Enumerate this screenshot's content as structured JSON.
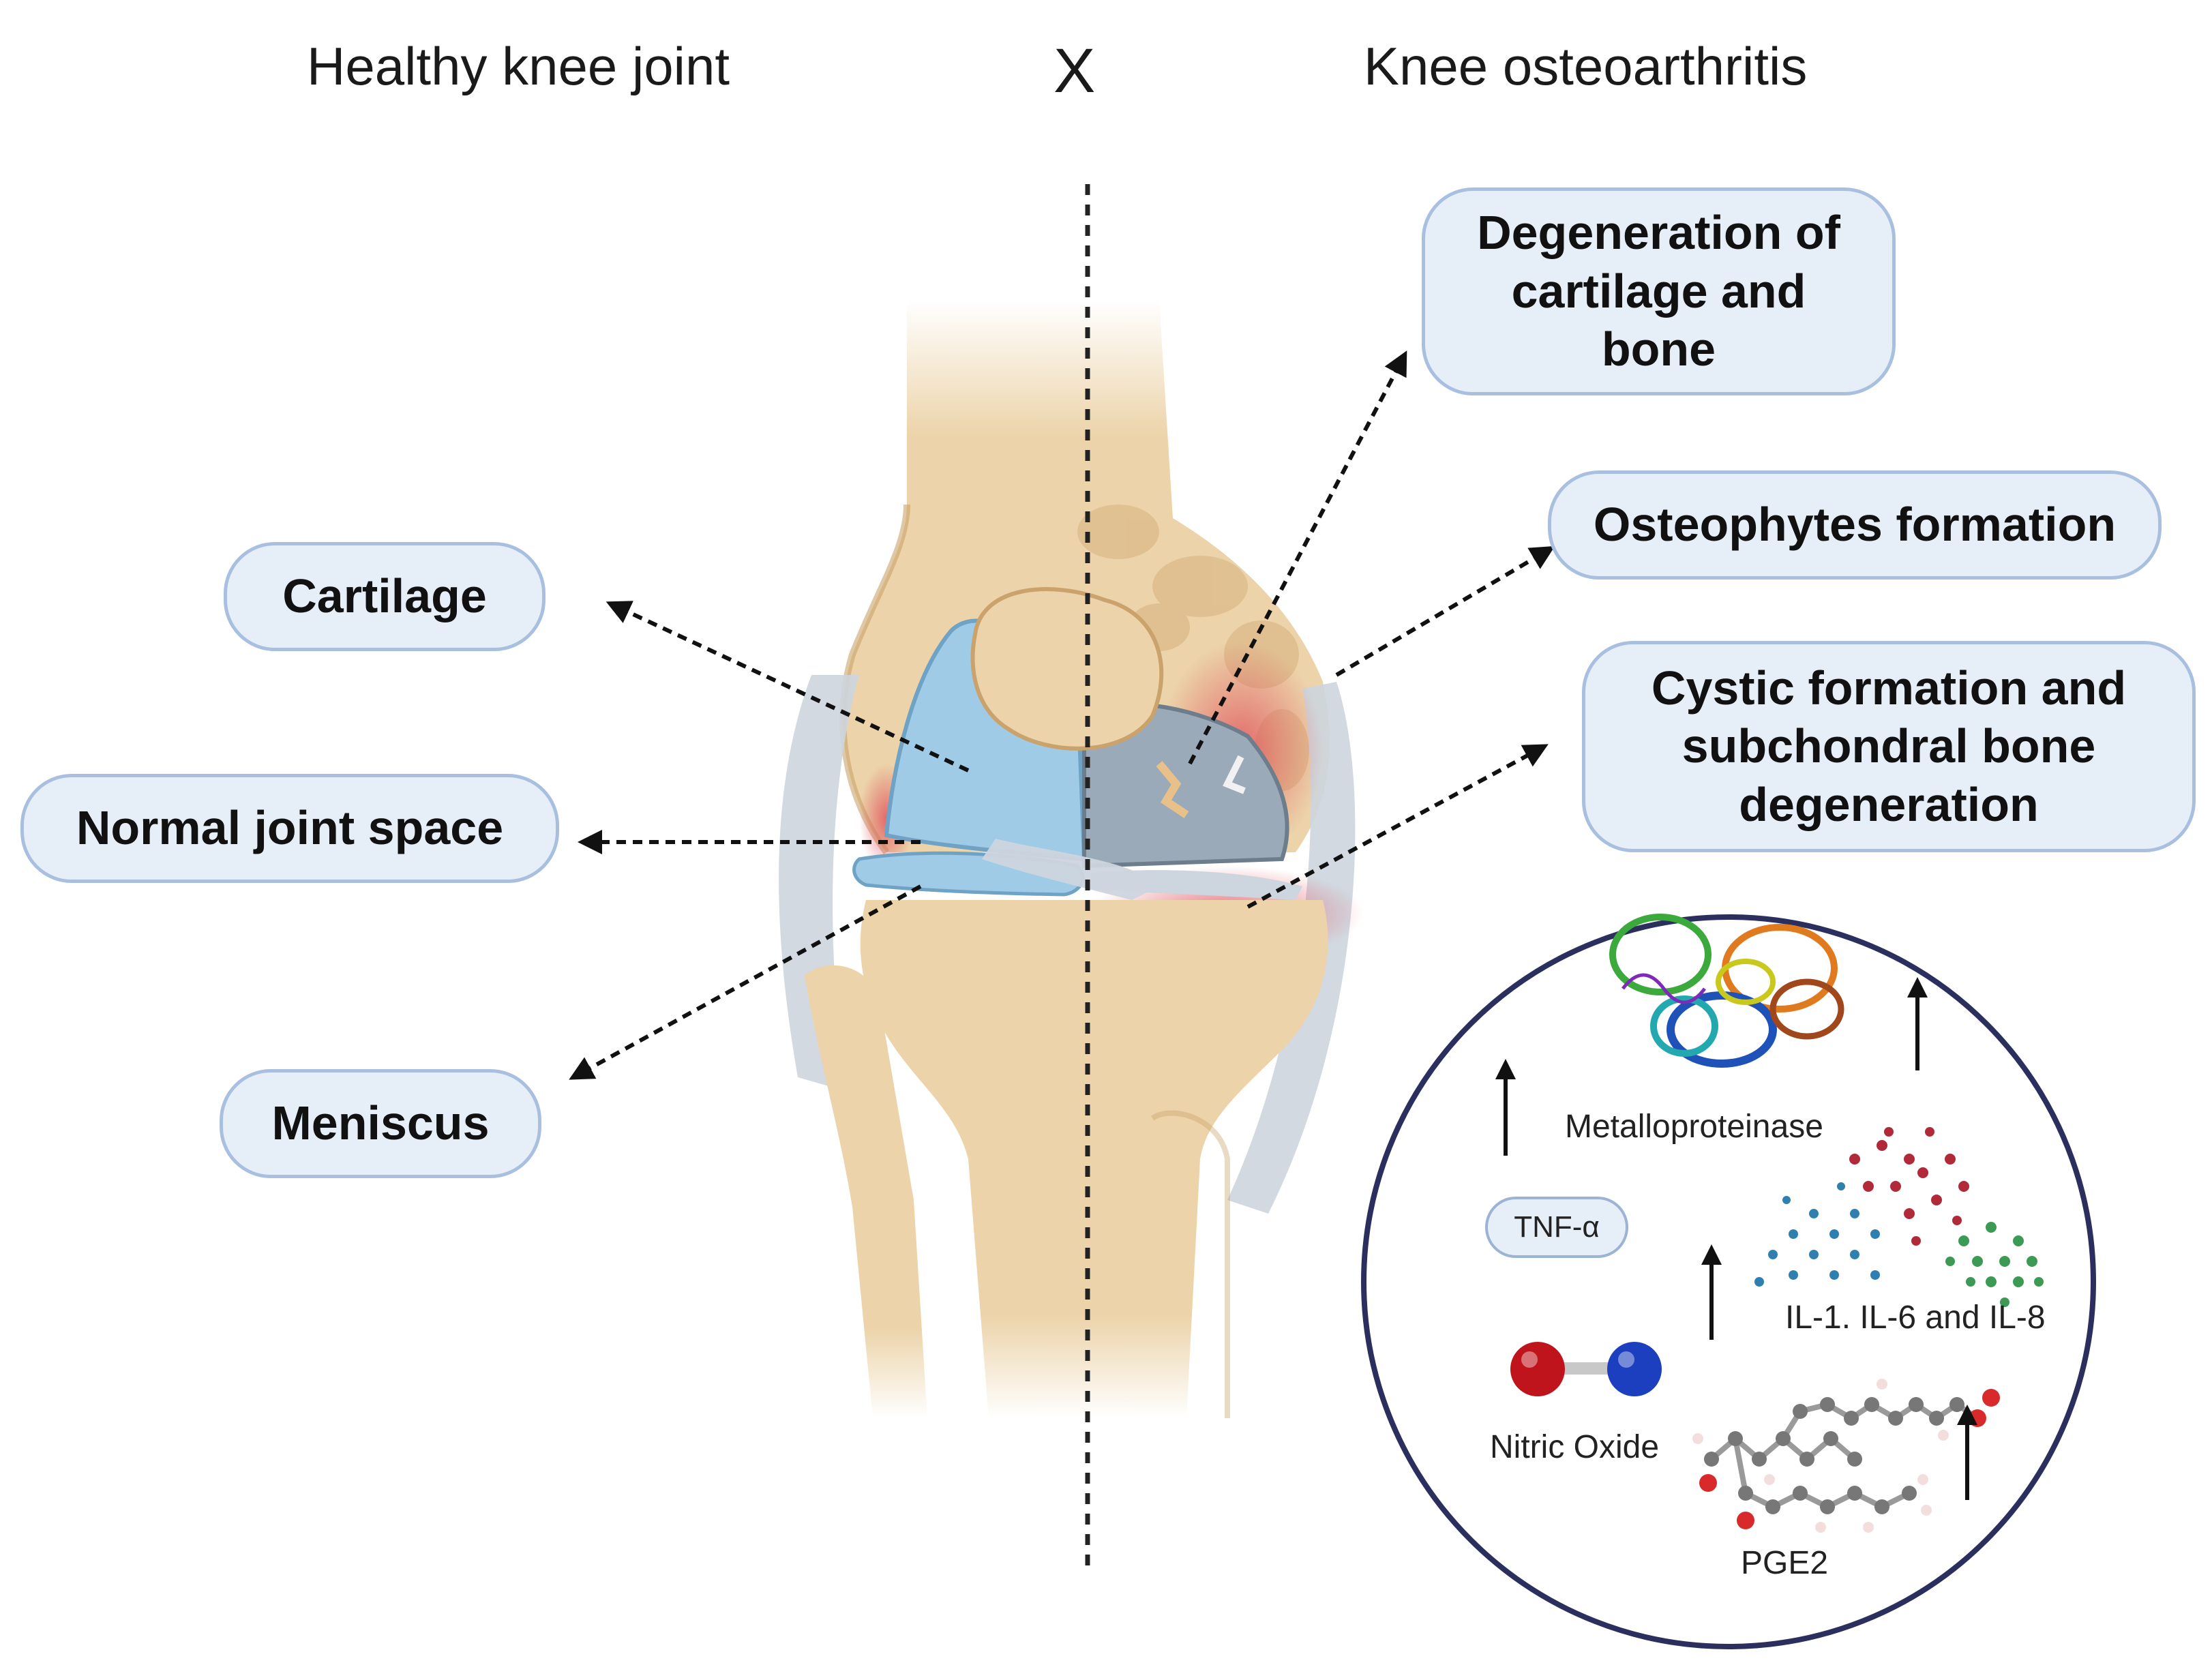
{
  "headings": {
    "healthy": "Healthy knee joint",
    "versus": "X",
    "oa": "Knee osteoarthritis"
  },
  "left_labels": {
    "cartilage": "Cartilage",
    "joint_space": "Normal joint space",
    "meniscus": "Meniscus"
  },
  "right_labels": {
    "degeneration": "Degeneration of cartilage and bone",
    "osteophytes": "Osteophytes formation",
    "cystic": "Cystic formation and subchondral bone degeneration"
  },
  "inset": {
    "metalloproteinase": "Metalloproteinase",
    "tnf": "TNF-α",
    "interleukins": "IL-1. IL-6 and IL-8",
    "nitric_oxide": "Nitric Oxide",
    "pge2": "PGE2"
  },
  "colors": {
    "bone": "#ecd3a9",
    "bone_dark": "#c9a36b",
    "cartilage": "#9fcbe6",
    "degenerated_cartilage": "#9aaab8",
    "ligament": "#cdd5de",
    "inflammation": "#e0505a",
    "box_fill": "#e6eef8",
    "box_border": "#a9bfe0",
    "inset_border": "#2b2f5e"
  }
}
